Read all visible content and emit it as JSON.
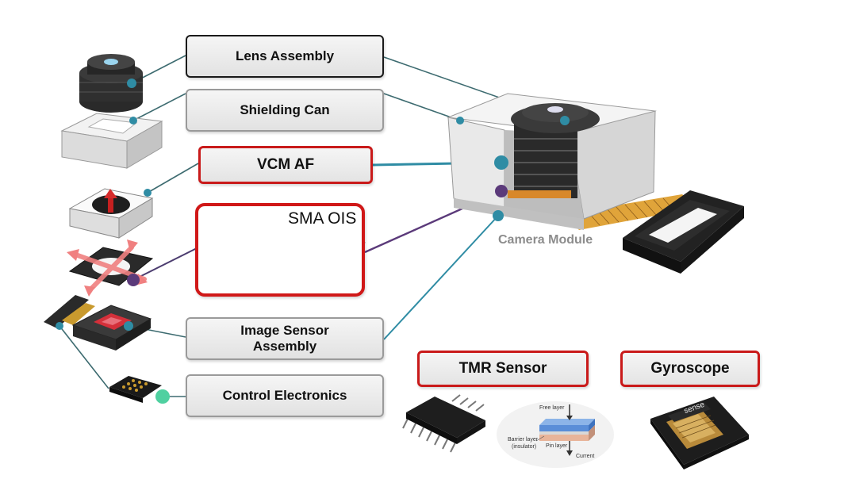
{
  "labels": {
    "lens_assembly": "Lens Assembly",
    "shielding_can": "Shielding Can",
    "vcm_af": "VCM AF",
    "sma_ois": "SMA OIS",
    "image_sensor_line1": "Image Sensor",
    "image_sensor_line2": "Assembly",
    "control_electronics": "Control Electronics",
    "camera_module": "Camera Module",
    "tmr_sensor": "TMR Sensor",
    "gyroscope": "Gyroscope"
  },
  "tmr_figure": {
    "free_layer": "Free layer",
    "barrier_layer_line1": "Barrier layer",
    "barrier_layer_line2": "(insulator)",
    "pin_layer": "Pin layer",
    "current": "Current"
  },
  "chip_text": "sense",
  "colors": {
    "accent_red": "#d01818",
    "connector_teal": "#2f8ca4",
    "connector_purple": "#5b3a7a",
    "connector_green": "#4fd0a0",
    "line_dark": "#3d6b70"
  }
}
